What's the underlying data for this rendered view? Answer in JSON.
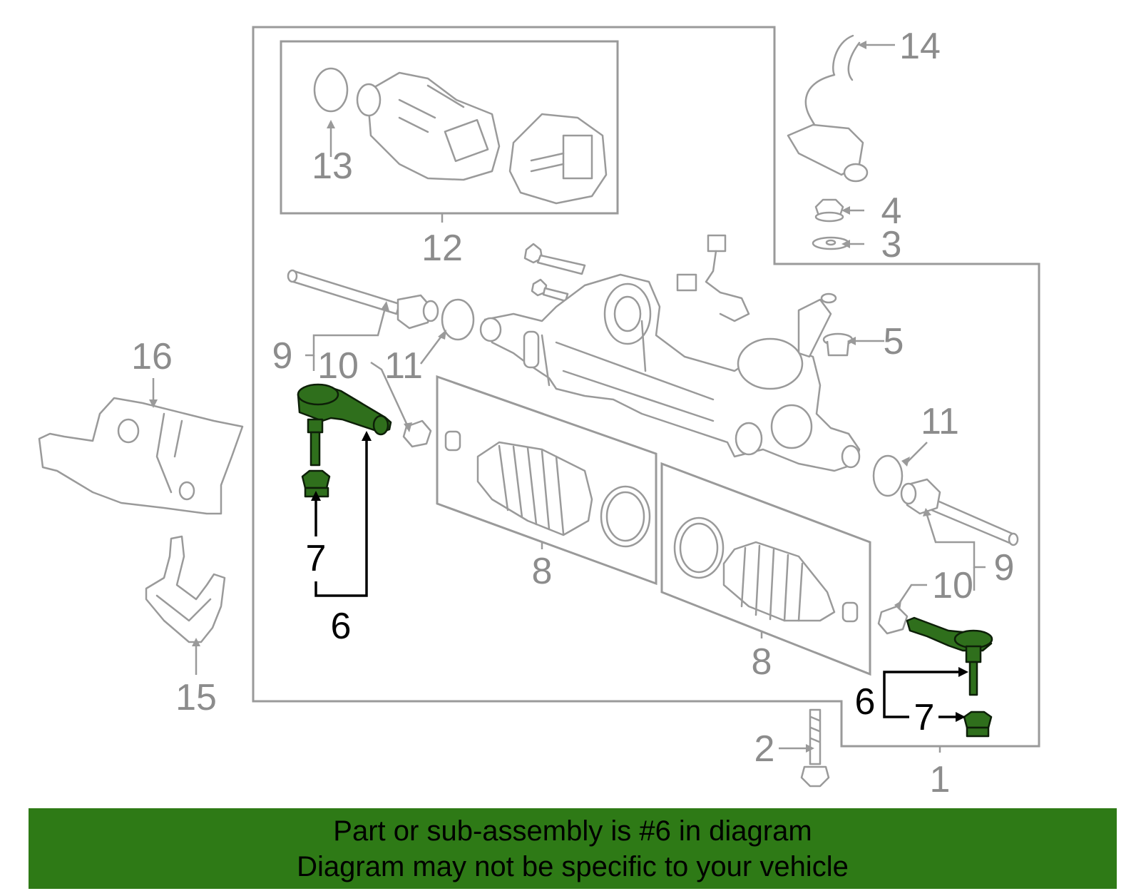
{
  "callouts": {
    "c1": "1",
    "c2": "2",
    "c3": "3",
    "c4": "4",
    "c5": "5",
    "c6": "6",
    "c7": "7",
    "c8": "8",
    "c9": "9",
    "c10": "10",
    "c11": "11",
    "c12": "12",
    "c13": "13",
    "c14": "14",
    "c15": "15",
    "c16": "16"
  },
  "highlighted_part": "6",
  "colors": {
    "highlight": "#2f6f1c",
    "banner": "#2e7a16",
    "linework": "#9a9a9a"
  },
  "banner": {
    "line1": "Part or sub-assembly is #6 in diagram",
    "line2": "Diagram may not be specific to your vehicle"
  }
}
